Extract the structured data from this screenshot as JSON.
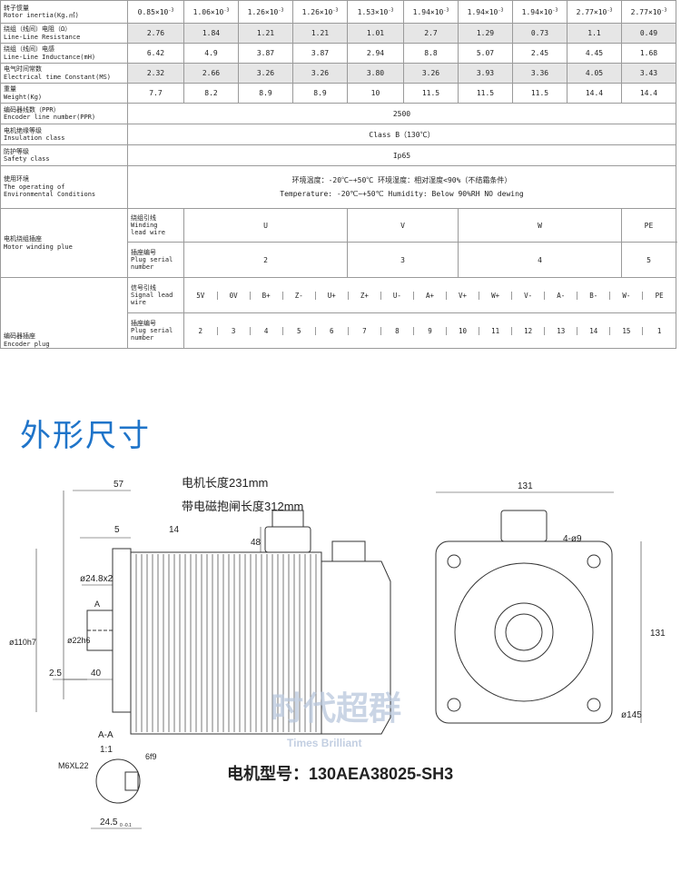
{
  "spec_rows": [
    {
      "cn": "转子惯量",
      "en": "Rotor inertia(Kg.㎡)",
      "shaded": false,
      "values": [
        "0.85×10",
        "1.06×10",
        "1.26×10",
        "1.26×10",
        "1.53×10",
        "1.94×10",
        "1.94×10",
        "1.94×10",
        "2.77×10",
        "2.77×10"
      ],
      "exps": [
        "-3",
        "-3",
        "-3",
        "-3",
        "-3",
        "-3",
        "-3",
        "-3",
        "-3",
        "-3"
      ]
    },
    {
      "cn": "绕组（线间）电阻（Ω）",
      "en": "Line-Line Resistance",
      "shaded": true,
      "values": [
        "2.76",
        "1.84",
        "1.21",
        "1.21",
        "1.01",
        "2.7",
        "1.29",
        "0.73",
        "1.1",
        "0.49"
      ]
    },
    {
      "cn": "绕组（线间）电感",
      "en": "Line-Line Inductance(mH)",
      "shaded": false,
      "values": [
        "6.42",
        "4.9",
        "3.87",
        "3.87",
        "2.94",
        "8.8",
        "5.07",
        "2.45",
        "4.45",
        "1.68"
      ]
    },
    {
      "cn": "电气时间常数",
      "en": "Electrical time Constant(MS)",
      "shaded": true,
      "values": [
        "2.32",
        "2.66",
        "3.26",
        "3.26",
        "3.80",
        "3.26",
        "3.93",
        "3.36",
        "4.05",
        "3.43"
      ]
    },
    {
      "cn": "重量",
      "en": "Weight(Kg)",
      "shaded": false,
      "values": [
        "7.7",
        "8.2",
        "8.9",
        "8.9",
        "10",
        "11.5",
        "11.5",
        "11.5",
        "14.4",
        "14.4"
      ]
    }
  ],
  "merged_rows": [
    {
      "cn": "编码器线数（PPR）",
      "en": "Encoder line number(PPR)",
      "value": "2500"
    },
    {
      "cn": "电机绝缘等级",
      "en": "Insulation class",
      "value": "Class B（130℃）"
    },
    {
      "cn": "防护等级",
      "en": "Safety class",
      "value": "Ip65"
    }
  ],
  "environment": {
    "cn": "使用环境",
    "en1": "The operating of",
    "en2": "Environmental Conditions",
    "line1": "环境温度：-20℃~+50℃    环境湿度：相对湿度<90%（不结霜条件）",
    "line2": "Temperature: -20℃~+50℃  Humidity: Below 90%RH NO dewing"
  },
  "winding": {
    "cn": "电机绕组插座",
    "en": "Motor winding plue",
    "lead_label": [
      "绕组引线",
      "Winding",
      "lead wire"
    ],
    "lead_values": [
      "U",
      "V",
      "W",
      "PE"
    ],
    "plug_label": [
      "插座编号",
      "Plug serial",
      "number"
    ],
    "plug_values": [
      "2",
      "3",
      "4",
      "5"
    ]
  },
  "encoder_plug": {
    "cn": "编码器插座",
    "en": "Encoder plug",
    "signal_label": [
      "信号引线",
      "Signal lead",
      "wire"
    ],
    "signal_values": [
      "5V",
      "0V",
      "B+",
      "Z-",
      "U+",
      "Z+",
      "U-",
      "A+",
      "V+",
      "W+",
      "V-",
      "A-",
      "B-",
      "W-",
      "PE"
    ],
    "plug_label": [
      "插座编号",
      "Plug serial",
      "number"
    ],
    "plug_values": [
      "2",
      "3",
      "4",
      "5",
      "6",
      "7",
      "8",
      "9",
      "10",
      "11",
      "12",
      "13",
      "14",
      "15",
      "1"
    ]
  },
  "section_title": "外形尺寸",
  "drawing": {
    "motor_length": "电机长度231mm",
    "brake_length": "带电磁抱闸长度312mm",
    "model_label": "电机型号：130AEA38025-SH3",
    "dims": {
      "d57": "57",
      "d5": "5",
      "d14": "14",
      "d48": "48",
      "d24": "ø24.8x2",
      "d110": "ø110h7",
      "d22": "ø22h6",
      "d25": "2.5",
      "d40": "40",
      "a_mark": "A",
      "d131_top": "131",
      "d131_side": "131",
      "d409": "4-ø9",
      "d145": "ø145",
      "section": "A-A",
      "scale": "1:1",
      "m6": "M6XL22",
      "d6": "6f9",
      "d245": "24.5",
      "d245_tol": "0 -0.1"
    },
    "watermark_cn": "时代超群",
    "watermark_en": "Times Brilliant"
  },
  "colors": {
    "heading": "#1f74c9",
    "shade": "#e6e6e6",
    "watermark": "#b9c7dd"
  }
}
